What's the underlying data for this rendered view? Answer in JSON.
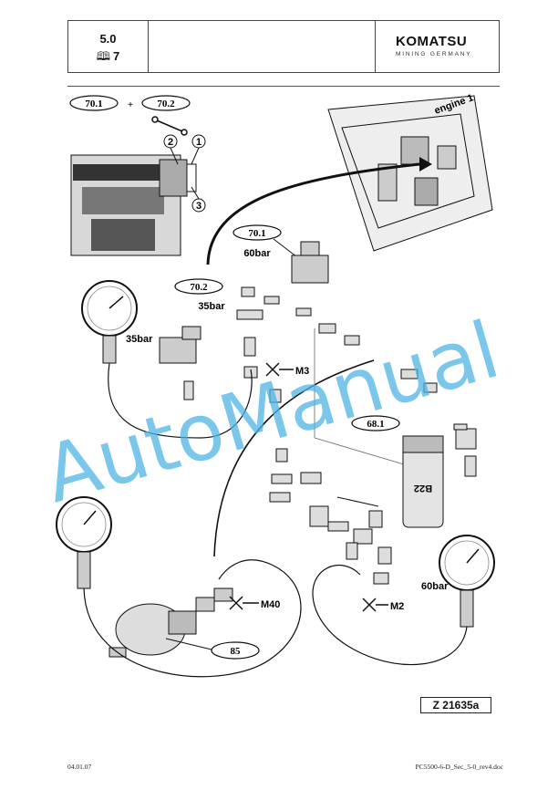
{
  "header": {
    "section": "5.0",
    "page": "7",
    "book_icon": "book-icon",
    "brand": "KOMATSU",
    "brand_sub": "MINING GERMANY"
  },
  "diagram": {
    "callouts": {
      "c70_1_top": "70.1",
      "plus": "+",
      "c70_2_top": "70.2",
      "c70_1": "70.1",
      "c70_2": "70.2",
      "c68_1": "68.1",
      "c85": "85"
    },
    "numbers": {
      "n1": "1",
      "n2": "2",
      "n3": "3"
    },
    "labels": {
      "engine": "engine 1",
      "p60_valve": "60bar",
      "p35_valve": "35bar",
      "p35_gauge": "35bar",
      "p60_gauge": "60bar",
      "m3": "M3",
      "m40": "M40",
      "m2": "M2",
      "filter": "B22"
    }
  },
  "figure_ref": "Z 21635a",
  "footer": {
    "date": "04.01.07",
    "doc": "PC5500-6-D_Sec_5-0_rev4.doc"
  },
  "watermark": "AutoManual"
}
